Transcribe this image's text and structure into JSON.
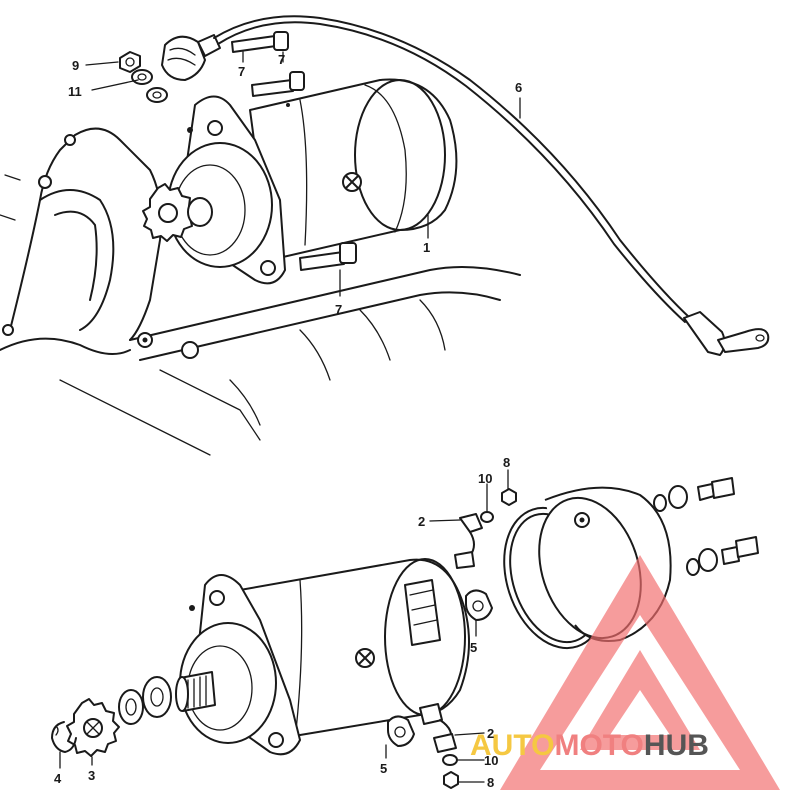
{
  "labels": {
    "p1": "1",
    "p2a": "2",
    "p2b": "2",
    "p3": "3",
    "p4": "4",
    "p5a": "5",
    "p5b": "5",
    "p6": "6",
    "p7a": "7",
    "p7b": "7",
    "p7c": "7",
    "p8a": "8",
    "p8b": "8",
    "p9": "9",
    "p10a": "10",
    "p10b": "10",
    "p11": "11"
  },
  "watermark": {
    "part1": "AUTO",
    "part2": "MOTO",
    "part3": "HUB",
    "colors": {
      "auto": "#f5c842",
      "moto": "#f08080",
      "hub": "#555555",
      "triangle": "#f26d6d"
    }
  }
}
